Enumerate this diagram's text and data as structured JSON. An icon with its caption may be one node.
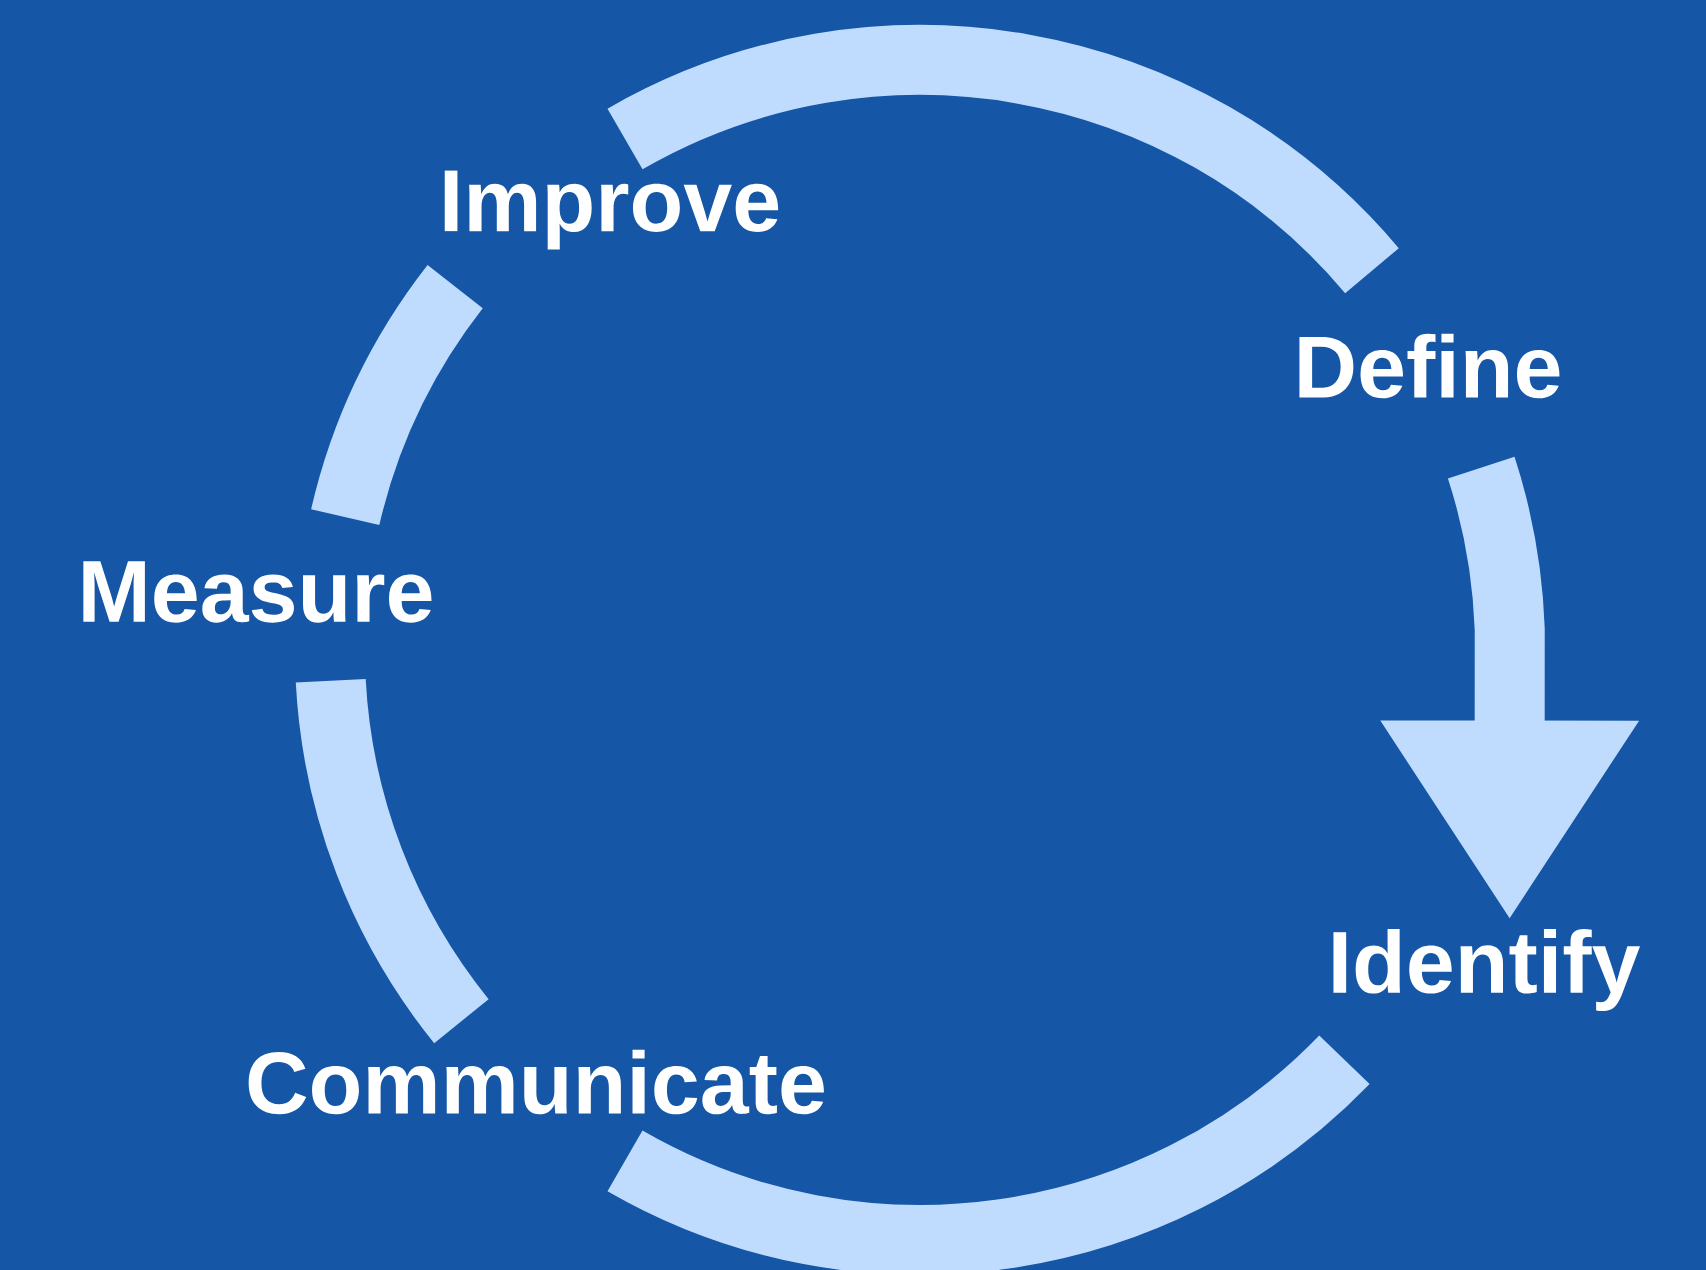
{
  "diagram": {
    "nodes": [
      {
        "text": [
          "Improve"
        ]
      },
      {
        "text": [
          "Define"
        ]
      },
      {
        "text": [
          "Identify"
        ]
      },
      {
        "text": [
          "Communicate"
        ]
      },
      {
        "text": [
          "Measure"
        ]
      }
    ],
    "edges": [
      {
        "from": 0,
        "to": 1,
        "arrow": "none"
      },
      {
        "from": 1,
        "to": 2,
        "arrow": "to"
      },
      {
        "from": 2,
        "to": 3,
        "arrow": "none"
      },
      {
        "from": 3,
        "to": 4,
        "arrow": "none"
      },
      {
        "from": 4,
        "to": 0,
        "arrow": "none"
      }
    ]
  }
}
